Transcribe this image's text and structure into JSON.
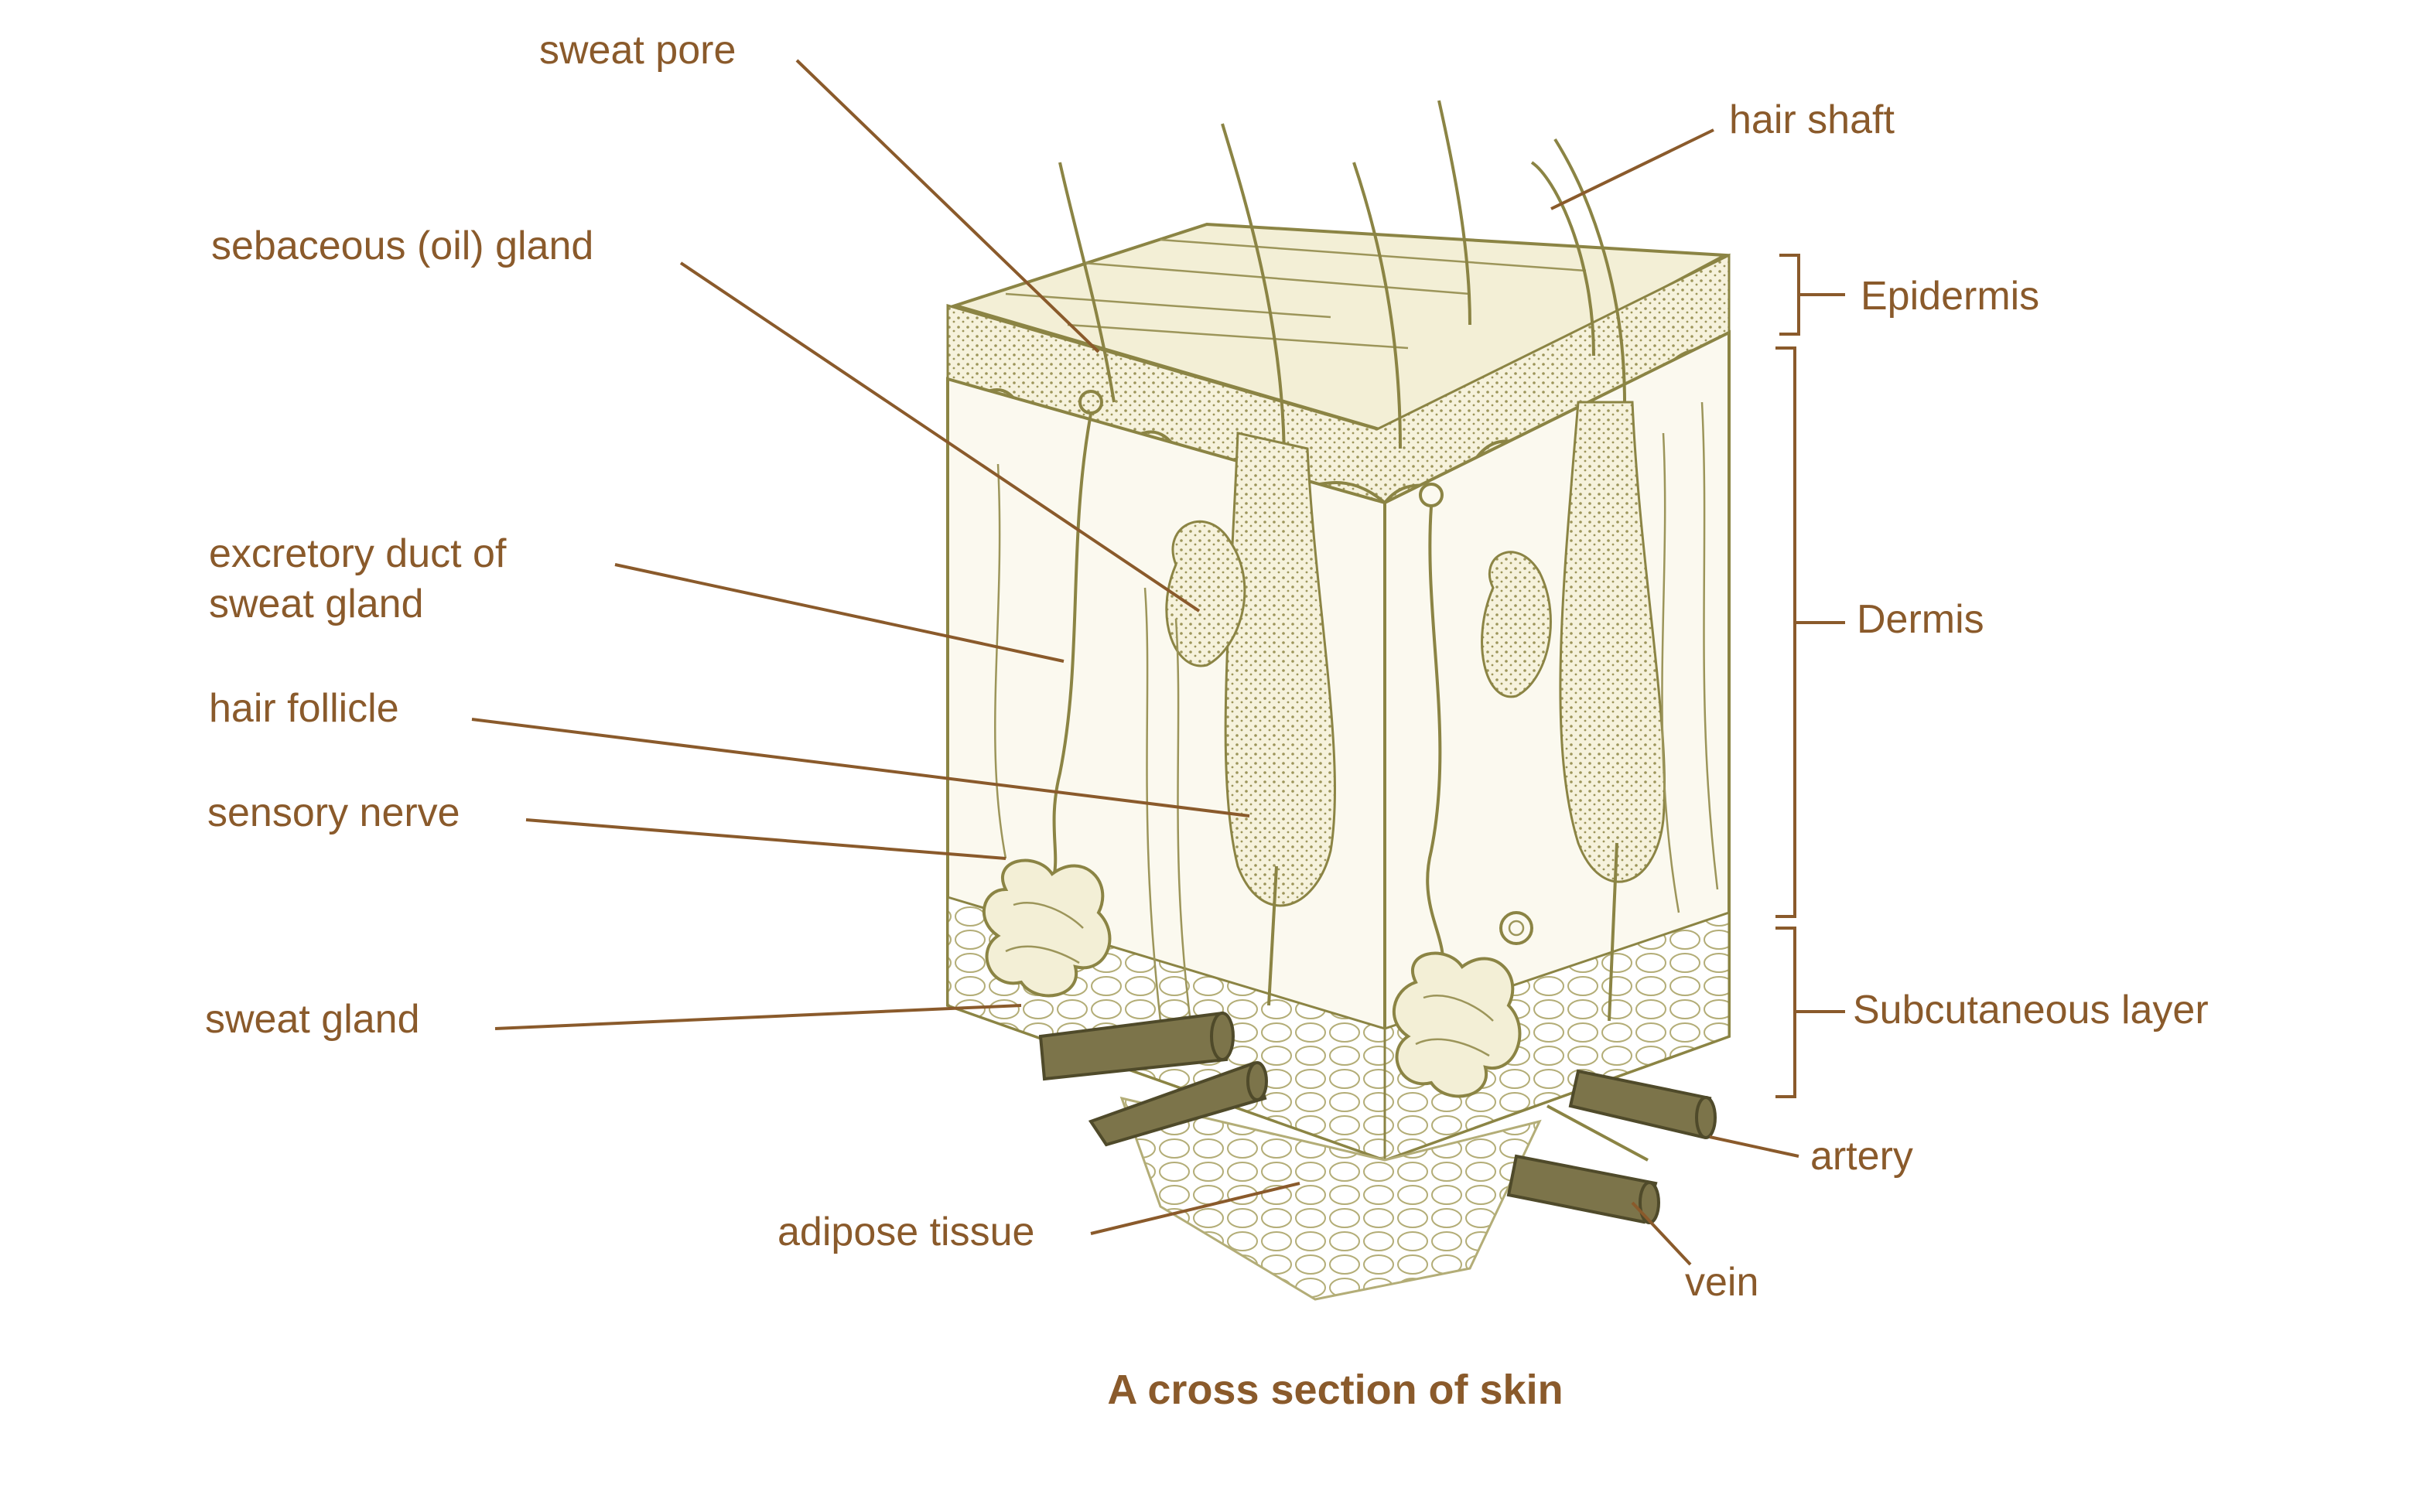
{
  "labels": {
    "sweat_pore": "sweat pore",
    "hair_shaft": "hair shaft",
    "sebaceous_gland": "sebaceous (oil) gland",
    "epidermis": "Epidermis",
    "excretory_duct_line1": "excretory duct of",
    "excretory_duct_line2": "sweat gland",
    "dermis": "Dermis",
    "hair_follicle": "hair follicle",
    "sensory_nerve": "sensory nerve",
    "sweat_gland": "sweat gland",
    "subcutaneous_layer": "Subcutaneous layer",
    "artery": "artery",
    "adipose_tissue": "adipose tissue",
    "vein": "vein"
  },
  "caption": "A cross section of skin",
  "colors": {
    "label_text": "#8a5a2b",
    "illustration_ink": "#8b8444"
  }
}
